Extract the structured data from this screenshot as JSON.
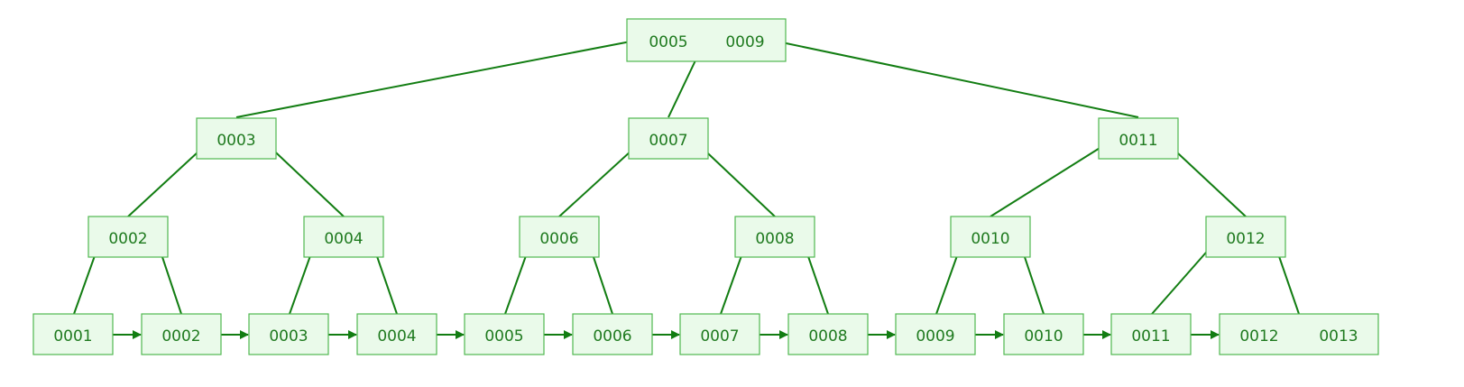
{
  "tree": {
    "root": {
      "keys": [
        "0005",
        "0009"
      ]
    },
    "level1": [
      {
        "keys": [
          "0003"
        ]
      },
      {
        "keys": [
          "0007"
        ]
      },
      {
        "keys": [
          "0011"
        ]
      }
    ],
    "level2": [
      {
        "keys": [
          "0002"
        ]
      },
      {
        "keys": [
          "0004"
        ]
      },
      {
        "keys": [
          "0006"
        ]
      },
      {
        "keys": [
          "0008"
        ]
      },
      {
        "keys": [
          "0010"
        ]
      },
      {
        "keys": [
          "0012"
        ]
      }
    ],
    "leaves": [
      {
        "keys": [
          "0001"
        ]
      },
      {
        "keys": [
          "0002"
        ]
      },
      {
        "keys": [
          "0003"
        ]
      },
      {
        "keys": [
          "0004"
        ]
      },
      {
        "keys": [
          "0005"
        ]
      },
      {
        "keys": [
          "0006"
        ]
      },
      {
        "keys": [
          "0007"
        ]
      },
      {
        "keys": [
          "0008"
        ]
      },
      {
        "keys": [
          "0009"
        ]
      },
      {
        "keys": [
          "0010"
        ]
      },
      {
        "keys": [
          "0011"
        ]
      },
      {
        "keys": [
          "0012",
          "0013"
        ]
      }
    ]
  },
  "colors": {
    "node_fill": "#eafaea",
    "node_border": "#4fb84f",
    "edge": "#127d12",
    "text": "#1f7a1f"
  }
}
